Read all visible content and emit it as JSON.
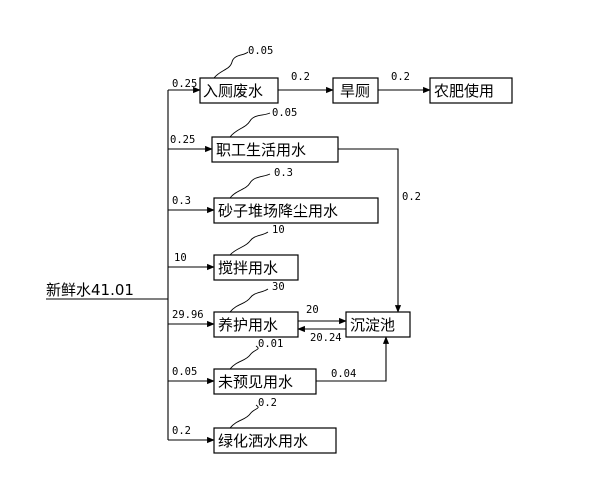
{
  "source": {
    "label": "新鲜水41.01"
  },
  "nodes": {
    "toilet_wastewater": "入厕废水",
    "dry_toilet": "旱厕",
    "farm_fertilizer": "农肥使用",
    "staff_domestic": "职工生活用水",
    "sand_dust": "砂子堆场降尘用水",
    "mixing": "搅拌用水",
    "curing": "养护用水",
    "sedimentation": "沉淀池",
    "unforeseen": "未预见用水",
    "greening": "绿化洒水用水"
  },
  "flows": {
    "to_toilet": "0.25",
    "to_staff": "0.25",
    "to_sand": "0.3",
    "to_mixing": "10",
    "to_curing": "29.96",
    "to_unforeseen": "0.05",
    "to_greening": "0.2",
    "toilet_to_dry": "0.2",
    "dry_to_farm": "0.2",
    "staff_to_sed": "0.2",
    "curing_to_sed": "20",
    "sed_to_curing": "20.24",
    "unforeseen_to_sed": "0.04"
  },
  "losses": {
    "toilet": "0.05",
    "staff": "0.05",
    "sand": "0.3",
    "mixing": "10",
    "curing": "30",
    "unforeseen": "0.01",
    "greening": "0.2"
  }
}
